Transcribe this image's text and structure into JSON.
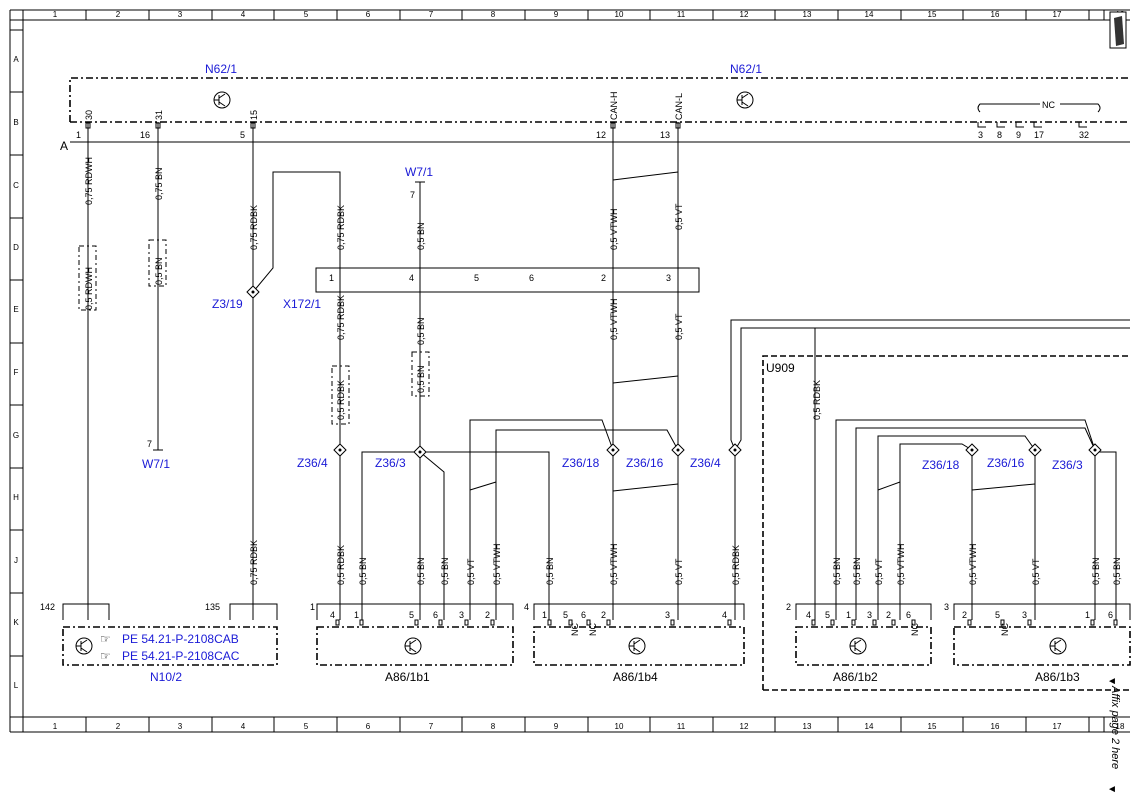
{
  "grid": {
    "columns": [
      "1",
      "2",
      "3",
      "4",
      "5",
      "6",
      "7",
      "8",
      "9",
      "10",
      "11",
      "12",
      "13",
      "14",
      "15",
      "16",
      "17",
      "18"
    ],
    "rows": [
      "A",
      "B",
      "C",
      "D",
      "E",
      "F",
      "G",
      "H",
      "J",
      "K",
      "L"
    ]
  },
  "labels": {
    "n62_left": "N62/1",
    "n62_right": "N62/1",
    "w7_top": "W7/1",
    "w7_bottom": "W7/1",
    "z3": "Z3/19",
    "x172": "X172/1",
    "z36_4_left": "Z36/4",
    "z36_3_left": "Z36/3",
    "z36_18_mid": "Z36/18",
    "z36_16_mid": "Z36/16",
    "z36_4_mid": "Z36/4",
    "z36_18_right": "Z36/18",
    "z36_16_right": "Z36/16",
    "z36_3_right": "Z36/3",
    "u909": "U909",
    "n10": "N10/2",
    "pe1": "PE 54.21-P-2108CAB",
    "pe2": "PE 54.21-P-2108CAC",
    "a86_1b1": "A86/1b1",
    "a86_1b4": "A86/1b4",
    "a86_1b2": "A86/1b2",
    "a86_1b3": "A86/1b3",
    "affix": "Affix page 2 here",
    "letter_a": "A",
    "nc": "NC"
  },
  "wires": {
    "rdwh": "0,75 RDWH",
    "rdwh_short": "0,5 RDWH",
    "bn75": "0,75 BN",
    "bn5": "0,5 BN",
    "rdbk75": "0,75 RDBK",
    "rdbk5": "0,5 RDBK",
    "vtwh": "0,5 VTWH",
    "vt": "0,5 VT"
  },
  "pins": {
    "p30": "30",
    "p31": "31",
    "p15": "15",
    "canh": "CAN-H",
    "canl": "CAN-L",
    "n1": "1",
    "n16": "16",
    "n5": "5",
    "n12": "12",
    "n13": "13",
    "n3": "3",
    "n8": "8",
    "n9": "9",
    "n17": "17",
    "n32": "32",
    "n7": "7",
    "n4": "4",
    "n6": "6",
    "n2": "2",
    "n142": "142",
    "n135": "135"
  }
}
